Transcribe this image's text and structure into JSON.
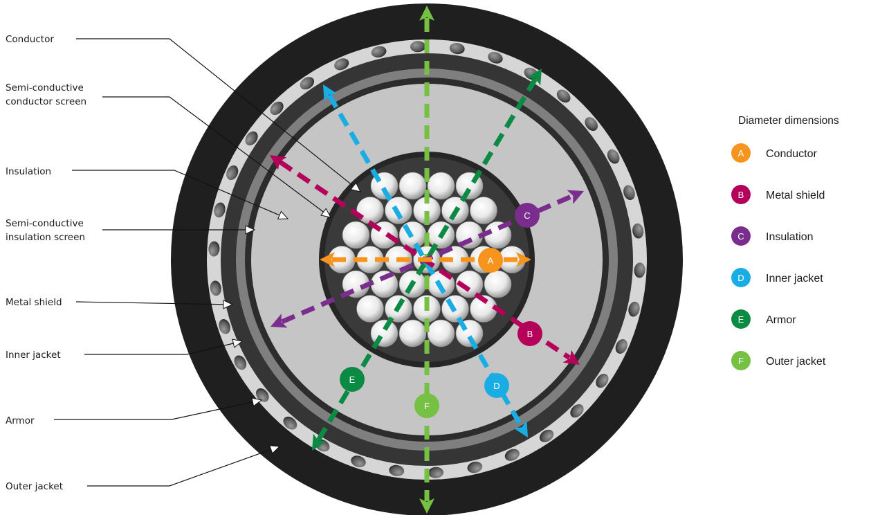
{
  "callouts": [
    {
      "lines": [
        "Conductor"
      ]
    },
    {
      "lines": [
        "Semi-conductive",
        "conductor screen"
      ]
    },
    {
      "lines": [
        "Insulation"
      ]
    },
    {
      "lines": [
        "Semi-conductive",
        "insulation screen"
      ]
    },
    {
      "lines": [
        "Metal shield"
      ]
    },
    {
      "lines": [
        "Inner jacket"
      ]
    },
    {
      "lines": [
        "Armor"
      ]
    },
    {
      "lines": [
        "Outer jacket"
      ]
    }
  ],
  "legend": {
    "title": "Diameter dimensions",
    "items": [
      {
        "letter": "A",
        "label": "Conductor",
        "color": "#F7941D"
      },
      {
        "letter": "B",
        "label": "Metal shield",
        "color": "#B5005B"
      },
      {
        "letter": "C",
        "label": "Insulation",
        "color": "#7B2D8E"
      },
      {
        "letter": "D",
        "label": "Inner jacket",
        "color": "#1AADE4"
      },
      {
        "letter": "E",
        "label": "Armor",
        "color": "#0A8A43"
      },
      {
        "letter": "F",
        "label": "Outer jacket",
        "color": "#76C043"
      }
    ]
  },
  "layer_colors": {
    "outer_jacket": "#1f1f1f",
    "armor_band": "#d4d4d4",
    "inner_jacket": "#3a3a3a",
    "metal_shield": "#7e7e7e",
    "semi_conductive_screen": "#2e2e2e",
    "insulation": "#c4c4c4",
    "conductor_screen": "#2a2a2a",
    "strand": "#f2f2f2"
  },
  "dimension_badges": {
    "A": {
      "letter": "A"
    },
    "B": {
      "letter": "B"
    },
    "C": {
      "letter": "C"
    },
    "D": {
      "letter": "D"
    },
    "E": {
      "letter": "E"
    },
    "F": {
      "letter": "F"
    }
  }
}
